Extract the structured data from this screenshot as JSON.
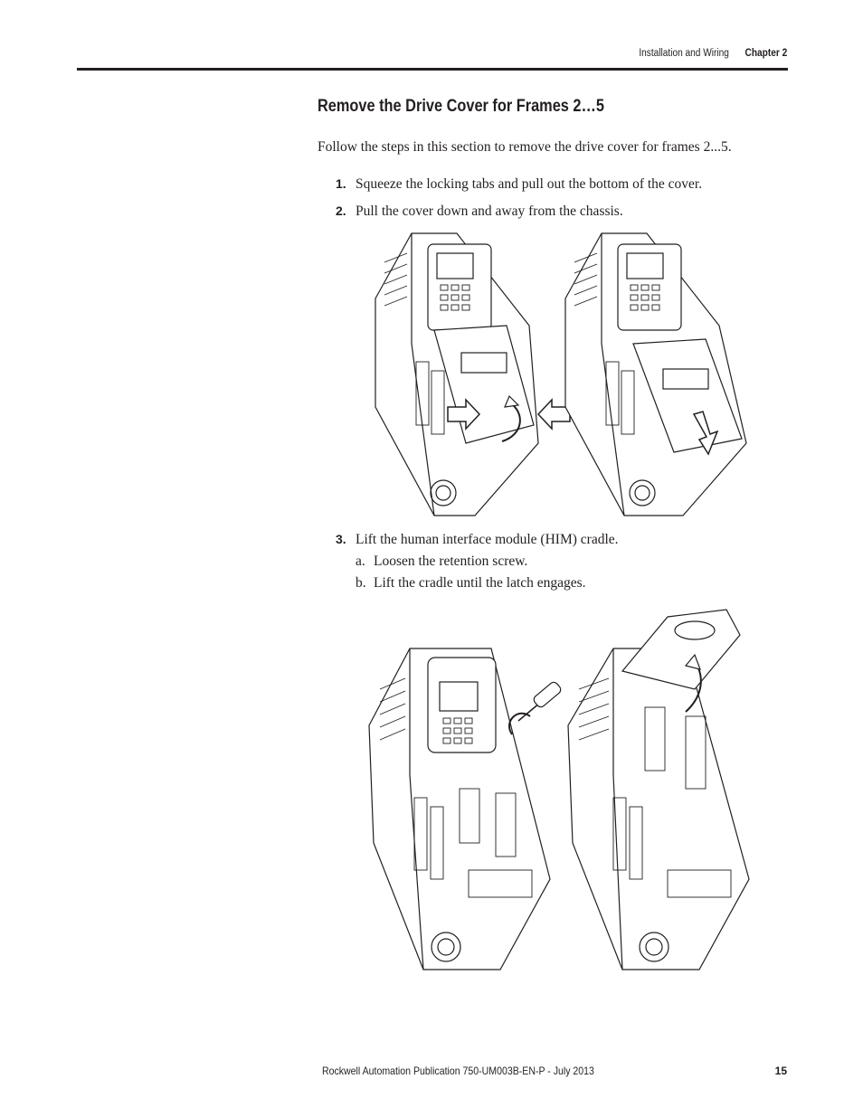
{
  "header": {
    "section": "Installation and Wiring",
    "chapter": "Chapter 2"
  },
  "title": "Remove the Drive Cover for Frames 2…5",
  "intro": "Follow the steps in this section to remove the drive cover for frames 2...5.",
  "steps": [
    {
      "num": "1.",
      "text": "Squeeze the locking tabs and pull out the bottom of the cover."
    },
    {
      "num": "2.",
      "text": "Pull the cover down and away from the chassis."
    },
    {
      "num": "3.",
      "text": "Lift the human interface module (HIM) cradle.",
      "substeps": [
        {
          "letter": "a.",
          "text": "Loosen the retention screw."
        },
        {
          "letter": "b.",
          "text": "Lift the cradle until the latch engages."
        }
      ]
    }
  ],
  "footer": {
    "publication": "Rockwell Automation Publication 750-UM003B-EN-P - July 2013",
    "page": "15"
  }
}
